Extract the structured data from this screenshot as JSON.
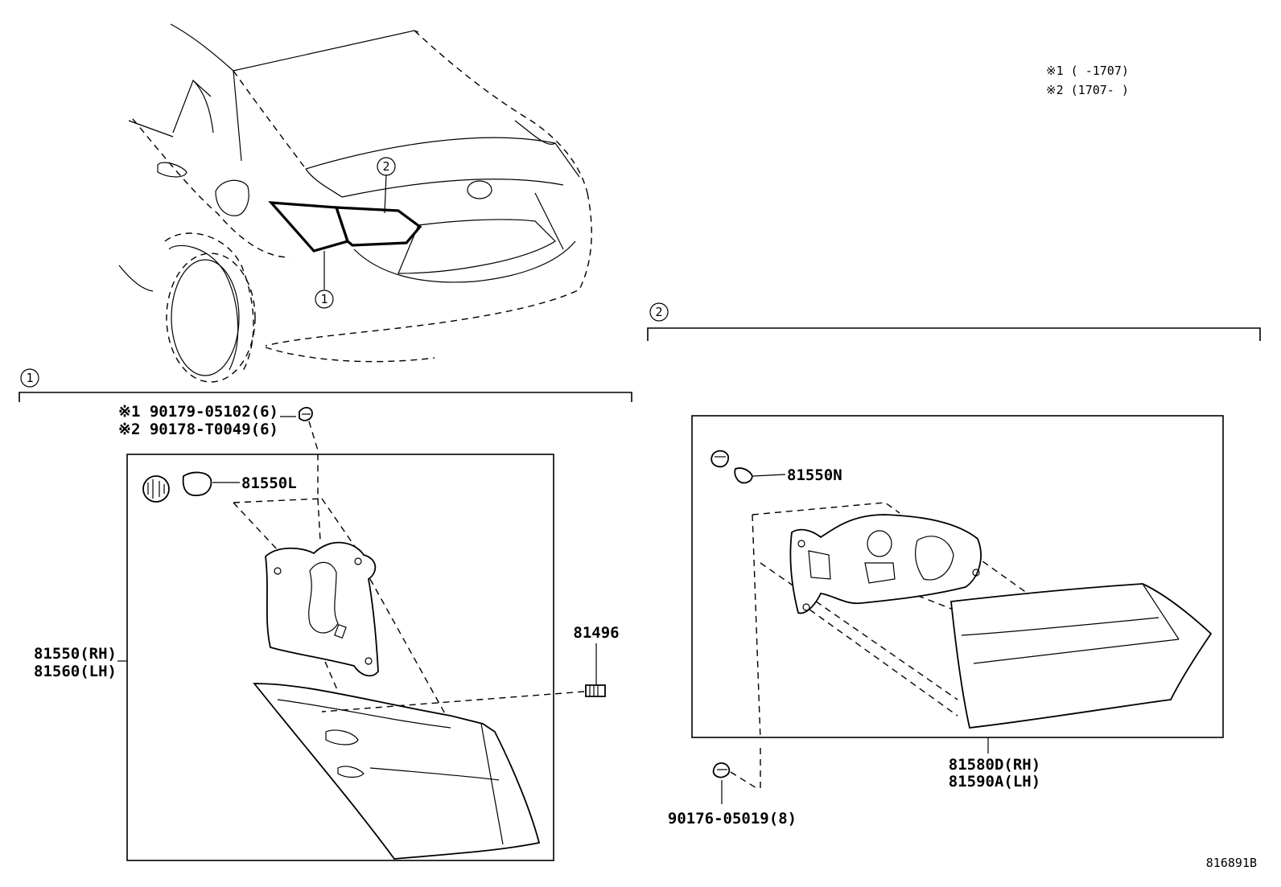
{
  "notes": {
    "note1": "※1 (      -1707)",
    "note2": "※2 (1707-      )"
  },
  "callouts": {
    "c1": "1",
    "c2": "2"
  },
  "section1": {
    "fastener_note1": "※1 90179-05102(6)",
    "fastener_note2": "※2 90178-T0049(6)",
    "bulb_socket": "81550L",
    "lamp_rh": "81550(RH)",
    "lamp_lh": "81560(LH)",
    "bolt": "81496"
  },
  "section2": {
    "bulb_socket": "81550N",
    "lamp_rh": "81580D(RH)",
    "lamp_lh": "81590A(LH)",
    "nut": "90176-05019(8)"
  },
  "drawing_id": "816891B"
}
